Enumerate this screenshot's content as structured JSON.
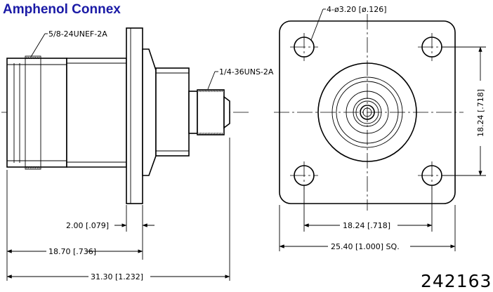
{
  "brand": "Amphenol Connex",
  "part_number": "242163",
  "side_view": {
    "thread_large": "5/8-24UNEF-2A",
    "thread_small": "1/4-36UNS-2A",
    "dim_flange": "2.00 [.079]",
    "dim_body": "18.70 [.736]",
    "dim_overall": "31.30 [1.232]"
  },
  "front_view": {
    "holes": "4-ø3.20 [ø.126]",
    "dim_vertical": "18.24 [.718]",
    "dim_horizontal": "18.24 [.718]",
    "dim_square": "25.40 [1.000] SQ."
  }
}
